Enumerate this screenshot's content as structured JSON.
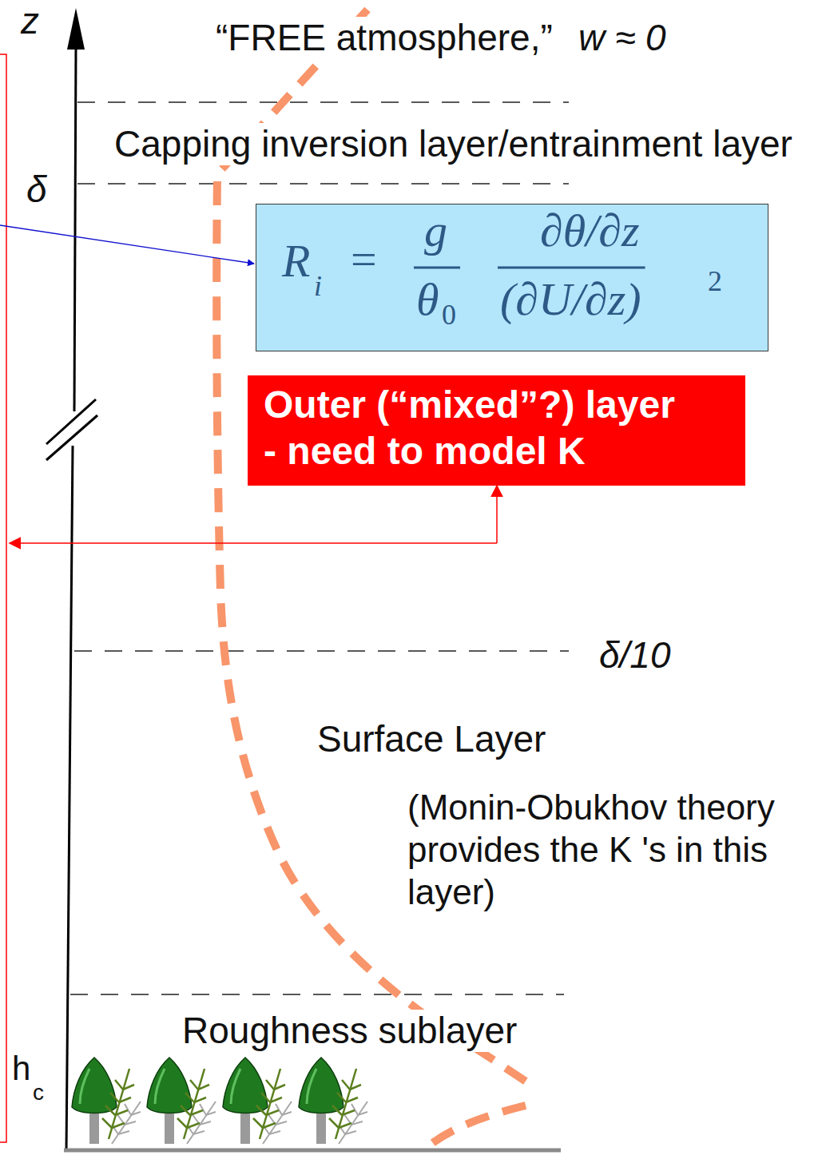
{
  "diagram": {
    "nodes": [
      {
        "text": [
          "R",
          "i",
          "=",
          "g",
          "θ",
          "0",
          "∂θ/∂z",
          "(∂U/∂z)",
          "2"
        ]
      },
      {
        "text": [
          "Outer (“mixed”?) layer - need to model K"
        ]
      }
    ],
    "labels": [
      "z",
      "“FREE atmosphere,”",
      "w ≈ 0",
      "Capping inversion layer/entrainment layer",
      "δ",
      "δ/10",
      "Surface Layer",
      "(Monin-Obukhov theory provides the K 's in this layer)",
      "Roughness sublayer",
      "h",
      "c"
    ]
  }
}
